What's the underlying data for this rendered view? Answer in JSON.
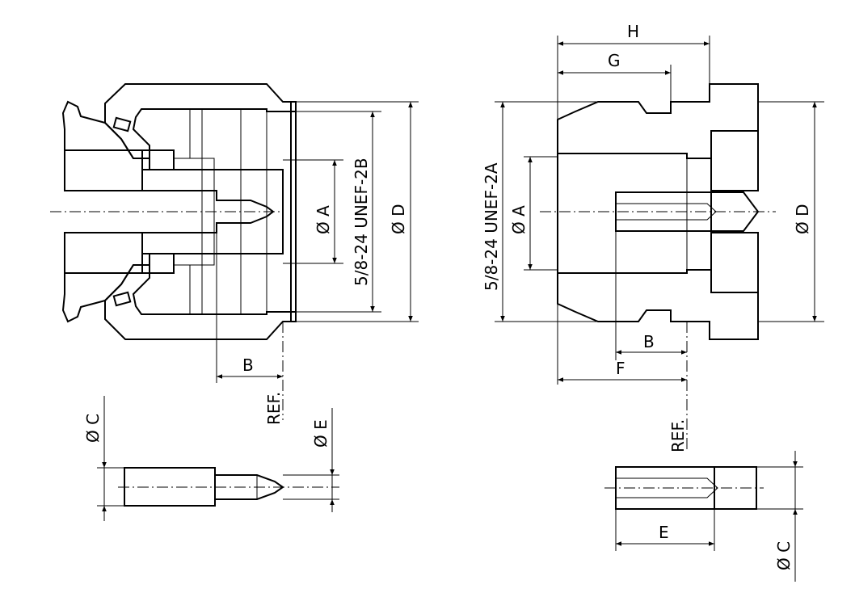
{
  "labels": {
    "female_dia_a": "Ø A",
    "female_thread": "5/8-24 UNEF-2B",
    "female_dia_d": "Ø D",
    "female_b": "B",
    "female_ref": "REF.",
    "pin_dia_c": "Ø C",
    "pin_dia_e": "Ø E",
    "male_h": "H",
    "male_g": "G",
    "male_thread": "5/8-24 UNEF-2A",
    "male_dia_a": "Ø A",
    "male_dia_d": "Ø D",
    "male_b": "B",
    "male_f": "F",
    "male_ref": "REF.",
    "socket_e": "E",
    "socket_dia_c": "Ø C"
  },
  "colors": {
    "line": "#000000",
    "background": "#ffffff"
  }
}
